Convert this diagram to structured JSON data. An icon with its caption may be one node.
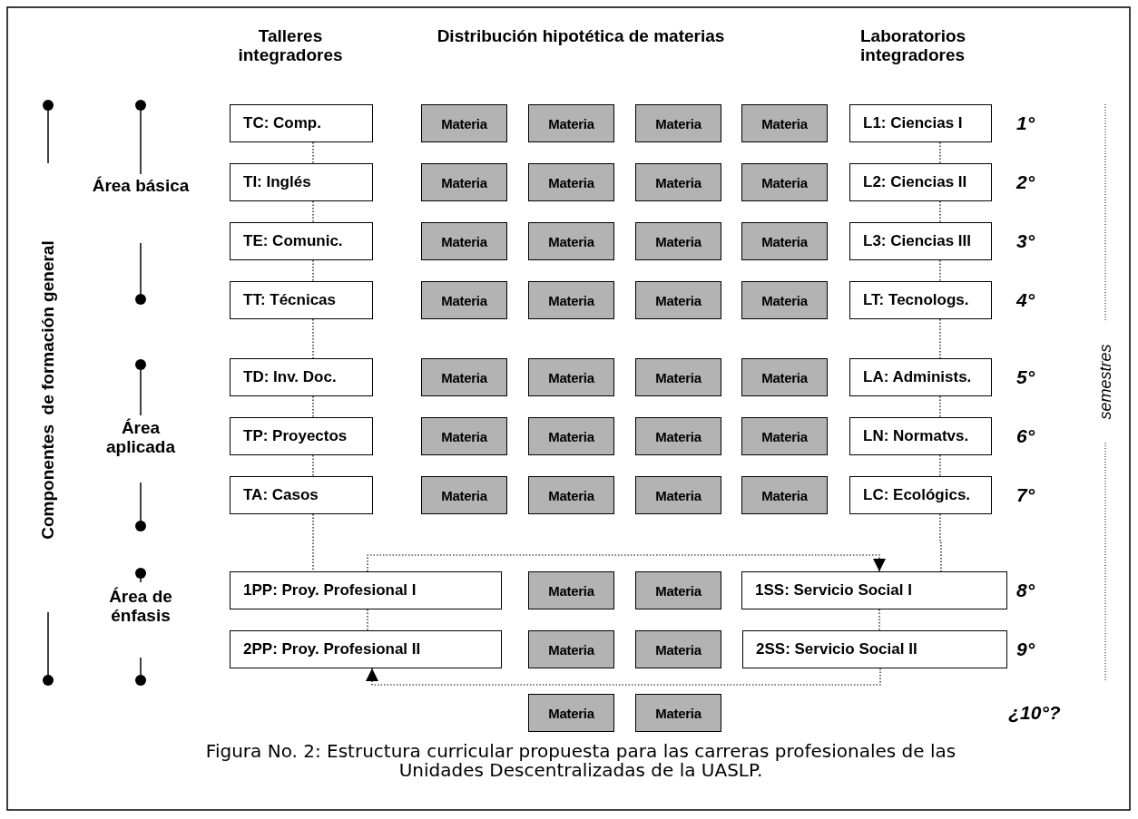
{
  "diagram": {
    "caption": "Figura No. 2: Estructura curricular propuesta para las carreras profesionales de las Unidades Descentralizadas de la UASLP.",
    "nodes": [
      {
        "text": [
          "TC: Comp."
        ]
      },
      {
        "text": [
          "Materia"
        ]
      },
      {
        "text": [
          "Materia"
        ]
      },
      {
        "text": [
          "Materia"
        ]
      },
      {
        "text": [
          "Materia"
        ]
      },
      {
        "text": [
          "L1: Ciencias I"
        ]
      },
      {
        "text": [
          "TI: Inglés"
        ]
      },
      {
        "text": [
          "Materia"
        ]
      },
      {
        "text": [
          "Materia"
        ]
      },
      {
        "text": [
          "Materia"
        ]
      },
      {
        "text": [
          "Materia"
        ]
      },
      {
        "text": [
          "L2: Ciencias II"
        ]
      },
      {
        "text": [
          "TE: Comunic."
        ]
      },
      {
        "text": [
          "Materia"
        ]
      },
      {
        "text": [
          "Materia"
        ]
      },
      {
        "text": [
          "Materia"
        ]
      },
      {
        "text": [
          "Materia"
        ]
      },
      {
        "text": [
          "L3: Ciencias III"
        ]
      },
      {
        "text": [
          "TT: Técnicas"
        ]
      },
      {
        "text": [
          "Materia"
        ]
      },
      {
        "text": [
          "Materia"
        ]
      },
      {
        "text": [
          "Materia"
        ]
      },
      {
        "text": [
          "Materia"
        ]
      },
      {
        "text": [
          "LT: Tecnologs."
        ]
      },
      {
        "text": [
          "TD: Inv. Doc."
        ]
      },
      {
        "text": [
          "Materia"
        ]
      },
      {
        "text": [
          "Materia"
        ]
      },
      {
        "text": [
          "Materia"
        ]
      },
      {
        "text": [
          "Materia"
        ]
      },
      {
        "text": [
          "LA: Administs."
        ]
      },
      {
        "text": [
          "TP: Proyectos"
        ]
      },
      {
        "text": [
          "Materia"
        ]
      },
      {
        "text": [
          "Materia"
        ]
      },
      {
        "text": [
          "Materia"
        ]
      },
      {
        "text": [
          "Materia"
        ]
      },
      {
        "text": [
          "LN: Normatvs."
        ]
      },
      {
        "text": [
          "TA: Casos"
        ]
      },
      {
        "text": [
          "Materia"
        ]
      },
      {
        "text": [
          "Materia"
        ]
      },
      {
        "text": [
          "Materia"
        ]
      },
      {
        "text": [
          "Materia"
        ]
      },
      {
        "text": [
          "LC: Ecológics."
        ]
      },
      {
        "text": [
          "1PP: Proy. Profesional I"
        ]
      },
      {
        "text": [
          "Materia"
        ]
      },
      {
        "text": [
          "Materia"
        ]
      },
      {
        "text": [
          "1SS: Servicio Social I"
        ]
      },
      {
        "text": [
          "2PP: Proy. Profesional II"
        ]
      },
      {
        "text": [
          "Materia"
        ]
      },
      {
        "text": [
          "Materia"
        ]
      },
      {
        "text": [
          "2SS: Servicio Social II"
        ]
      },
      {
        "text": [
          "Materia"
        ]
      },
      {
        "text": [
          "Materia"
        ]
      }
    ],
    "edges": [
      {
        "from": 0,
        "to": 6,
        "arrow": "none"
      },
      {
        "from": 6,
        "to": 12,
        "arrow": "none"
      },
      {
        "from": 12,
        "to": 18,
        "arrow": "none"
      },
      {
        "from": 18,
        "to": 24,
        "arrow": "none"
      },
      {
        "from": 24,
        "to": 30,
        "arrow": "none"
      },
      {
        "from": 30,
        "to": 36,
        "arrow": "none"
      },
      {
        "from": 36,
        "to": 42,
        "arrow": "none"
      },
      {
        "from": 42,
        "to": 46,
        "arrow": "none"
      },
      {
        "from": 5,
        "to": 11,
        "arrow": "none"
      },
      {
        "from": 11,
        "to": 17,
        "arrow": "none"
      },
      {
        "from": 17,
        "to": 23,
        "arrow": "none"
      },
      {
        "from": 23,
        "to": 29,
        "arrow": "none"
      },
      {
        "from": 29,
        "to": 35,
        "arrow": "none"
      },
      {
        "from": 35,
        "to": 41,
        "arrow": "none"
      },
      {
        "from": 41,
        "to": 45,
        "arrow": "none"
      },
      {
        "from": 45,
        "to": 49,
        "arrow": "none"
      },
      {
        "from": 42,
        "to": 45,
        "arrow": "to"
      },
      {
        "from": 49,
        "to": 46,
        "arrow": "to"
      }
    ],
    "labels": [
      "Talleres integradores",
      "Distribución hipotética de materias",
      "Laboratorios integradores",
      "Componentes  de formación general",
      "Área básica",
      "Área aplicada",
      "Área de énfasis",
      "1°",
      "2°",
      "3°",
      "4°",
      "5°",
      "6°",
      "7°",
      "8°",
      "9°",
      "semestres",
      "¿10°?"
    ]
  }
}
